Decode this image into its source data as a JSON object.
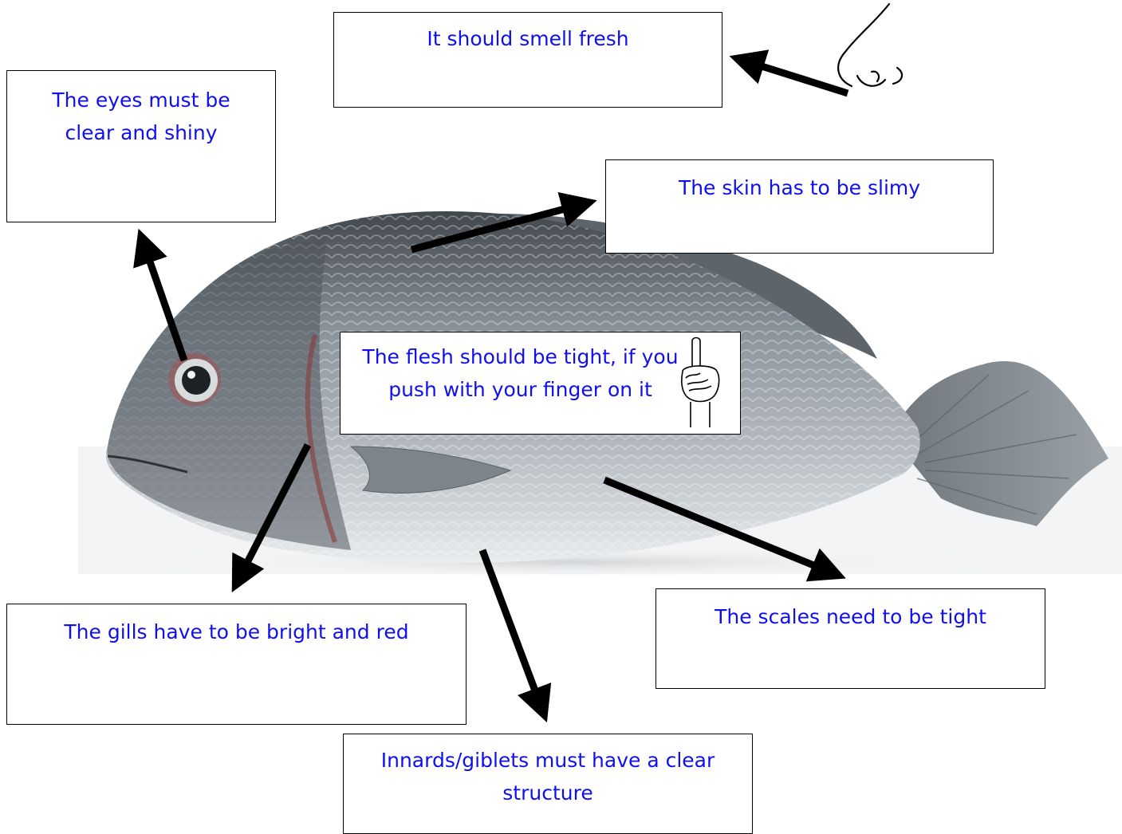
{
  "labels": {
    "smell": "It should smell fresh",
    "eyes": [
      "The eyes must be",
      "clear and shiny"
    ],
    "skin": "The skin has to be slimy",
    "flesh": [
      "The flesh should be tight, if you",
      "push with your finger on it"
    ],
    "gills": "The gills have to be bright and red",
    "scales": "The scales need to be tight",
    "innards": [
      "Innards/giblets must have a clear",
      "structure"
    ]
  },
  "colors": {
    "label_text": "#1010ee",
    "arrow": "#000000",
    "fish_body": "#8a949c",
    "fish_belly": "#e4e7ea",
    "fish_back": "#4c5358"
  },
  "icons": [
    "nose-icon",
    "pointing-hand-icon"
  ]
}
